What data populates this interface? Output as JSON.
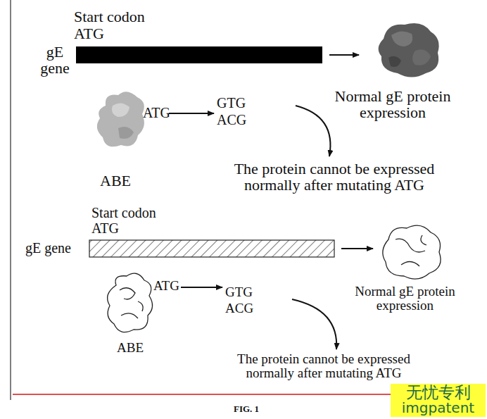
{
  "diagram": {
    "caption": "FIG. 1",
    "labels": [
      "Start codon",
      "ATG",
      "gE gene",
      "Normal gE protein expression",
      "ATG",
      "GTG",
      "ACG",
      "The protein cannot be expressed normally after mutating ATG",
      "ABE",
      "Start codon",
      "ATG",
      "gE gene",
      "Normal gE protein expression",
      "ATG",
      "GTG",
      "ACG",
      "ABE",
      "The protein cannot be expressed normally after mutating ATG",
      "无忧专利",
      "imgpatent"
    ]
  }
}
